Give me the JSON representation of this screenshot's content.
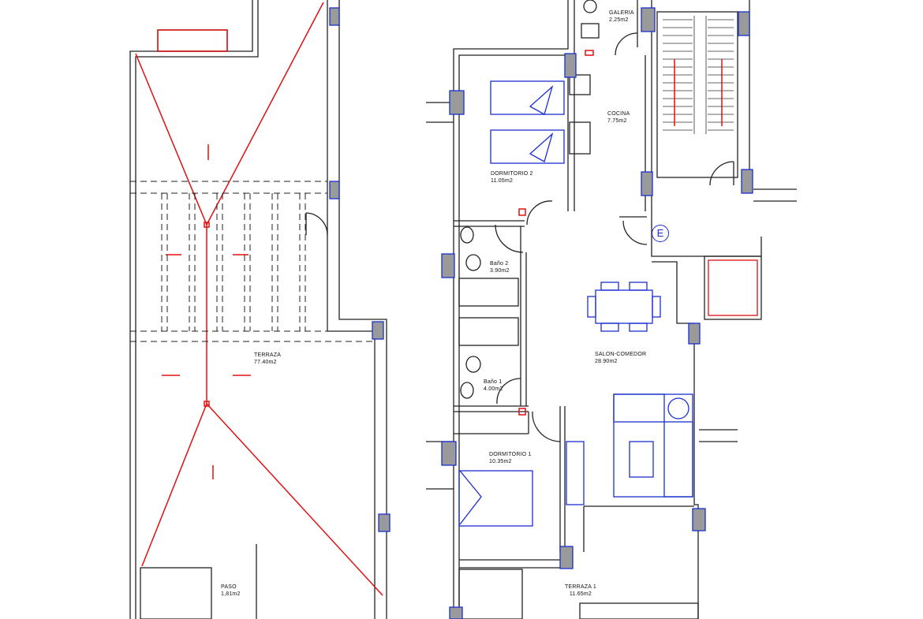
{
  "rooms": [
    {
      "name": "GALERIA",
      "area": "2.25m2"
    },
    {
      "name": "COCINA",
      "area": "7.75m2"
    },
    {
      "name": "DORMITORIO 2",
      "area": "11.05m2"
    },
    {
      "name": "Baño 2",
      "area": "3.90m2"
    },
    {
      "name": "SALON-COMEDOR",
      "area": "28.90m2"
    },
    {
      "name": "Baño 1",
      "area": "4.00m2"
    },
    {
      "name": "DORMITORIO 1",
      "area": "10.35m2"
    },
    {
      "name": "TERRAZA 1",
      "area": "11.65m2"
    },
    {
      "name": "TERRAZA",
      "area": "77.40m2"
    },
    {
      "name": "PASO",
      "area": "1,81m2"
    }
  ],
  "entrance_mark": "E",
  "colors": {
    "wall": "#222222",
    "furniture": "#1a2fd0",
    "roof_lines": "#e01010",
    "column_fill": "#9a9a9a"
  }
}
